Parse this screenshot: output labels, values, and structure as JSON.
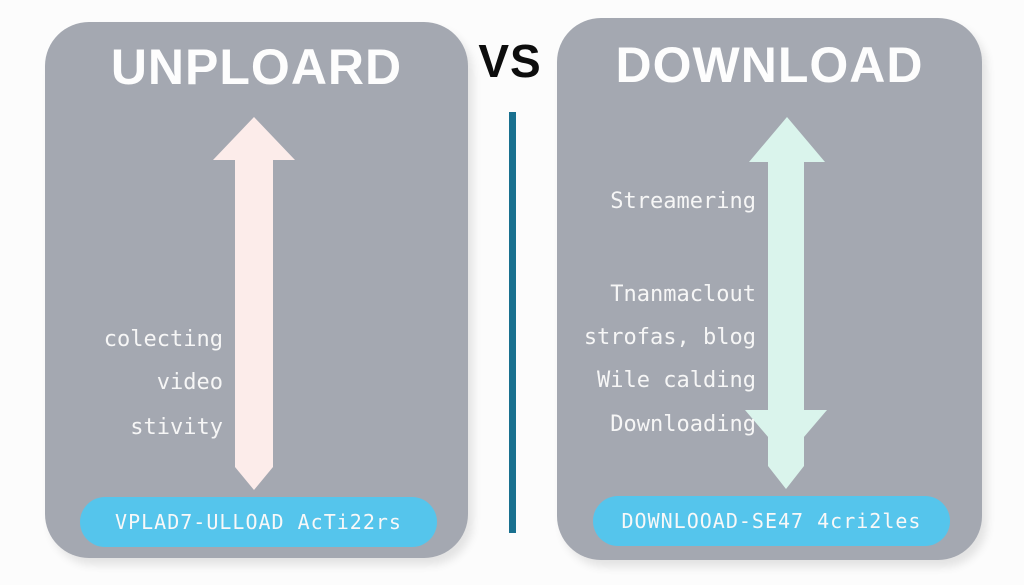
{
  "comparison": {
    "versus_label": "VS",
    "divider_color": "#19708f",
    "background_color": "#fcfcfc",
    "panel_color": "#a4a8b1",
    "button_color": "#55c5ec",
    "text_color": "#f6f6f6",
    "left": {
      "title": "UNPLOARD",
      "arrow_direction": "up",
      "arrow_color": "#fcecea",
      "items": [
        "colecting",
        "video",
        "stivity"
      ],
      "button_label": "VPLAD7-ULLOAD AcTi22rs"
    },
    "right": {
      "title": "DOWNLOAD",
      "arrow_direction": "up-down",
      "arrow_color": "#daf4ec",
      "items": [
        "Streamering",
        "Tnanmaclout",
        "strofas, blog",
        "Wile calding",
        "Downloading"
      ],
      "button_label": "DOWNLOOAD-SE47 4cri2les"
    }
  }
}
